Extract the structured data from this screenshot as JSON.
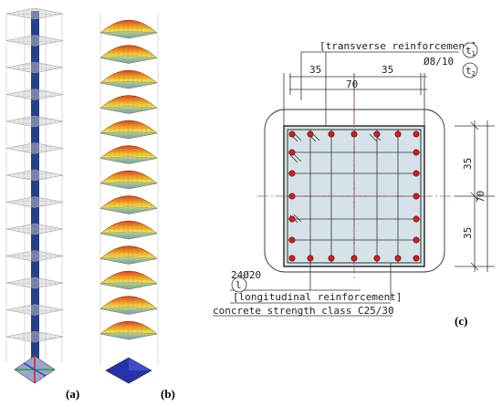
{
  "captions": {
    "a": "(a)",
    "b": "(b)",
    "c": "(c)"
  },
  "section": {
    "transverse_label": "[transverse reinforcement]",
    "t1": "t",
    "t1_sub": "1",
    "t2": "t",
    "t2_sub": "2",
    "stirrup": "Ø8/10",
    "dim_top_left": "35",
    "dim_top_right": "35",
    "dim_total_top": "70",
    "dim_right_top": "35",
    "dim_right_bottom": "35",
    "dim_total_right": "70",
    "long_marker": "l",
    "long_count": "24Ø20",
    "long_label": "[longitudinal reinforcement]",
    "concrete_label": "concrete strength class C25/30"
  },
  "colors": {
    "column_core": "#27408b",
    "slab_grey": "#b5b5b5",
    "bar_red": "#cc1f1f",
    "concrete_fill": "#d5e3e8"
  },
  "model_a": {
    "floors": 13
  },
  "model_b": {
    "floors": 13
  }
}
